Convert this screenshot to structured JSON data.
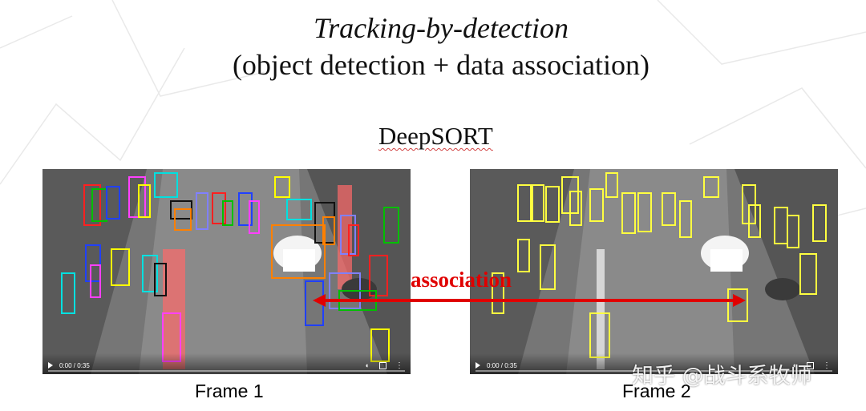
{
  "title": {
    "main": "Tracking-by-detection",
    "subtitle": "(object detection + data association)"
  },
  "method_label": "DeepSORT",
  "frames": [
    {
      "caption": "Frame 1",
      "player": {
        "time": "0:00 / 0:35",
        "play_icon": "play-icon",
        "fullscreen_icon": "fullscreen-icon",
        "more_icon": "more-vertical-icon"
      },
      "box_colors": [
        "#ff2020",
        "#00c000",
        "#2040ff",
        "#ff40ff",
        "#ffff00",
        "#00e0e0",
        "#111111",
        "#ff8000",
        "#8080ff"
      ]
    },
    {
      "caption": "Frame 2",
      "player": {
        "time": "0:00 / 0:35",
        "play_icon": "play-icon",
        "fullscreen_icon": "fullscreen-icon",
        "more_icon": "more-vertical-icon"
      },
      "box_colors": [
        "#ffff40"
      ]
    }
  ],
  "association": {
    "label": "association",
    "color": "#e00000"
  },
  "watermark": "知乎 @战斗系牧师"
}
